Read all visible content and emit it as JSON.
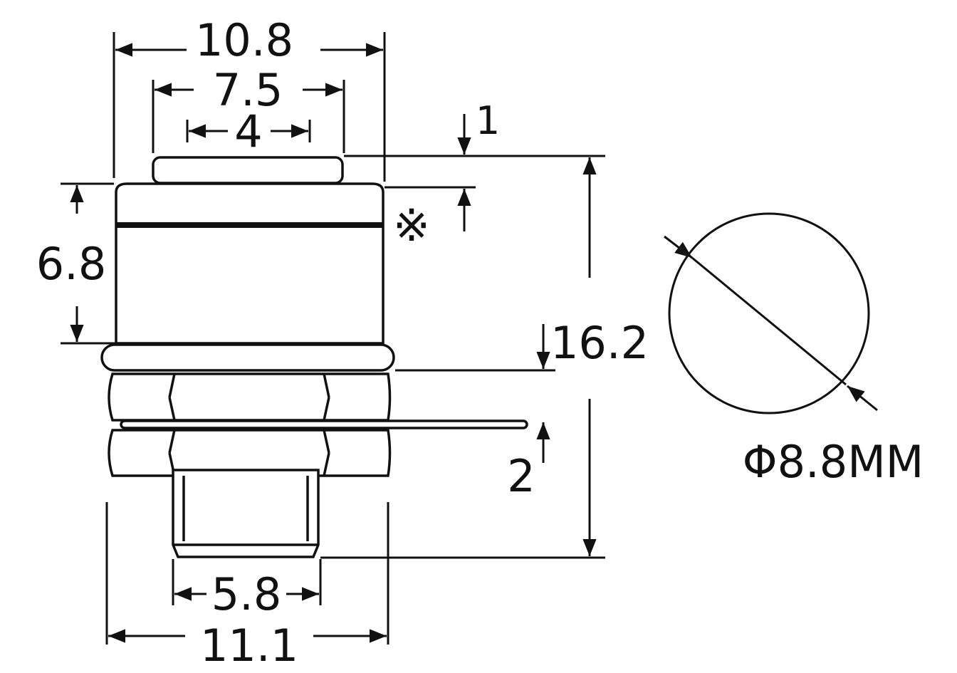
{
  "dimensions": {
    "overall_width": "10.8",
    "cap_width": "7.5",
    "cap_top": "4",
    "cap_height": "1",
    "body_height": "6.8",
    "total_height": "16.2",
    "nut_gap": "2",
    "thread_width": "5.8",
    "nut_width": "11.1",
    "note_mark": "※"
  },
  "panel_hole": {
    "label": "Φ8.8MM"
  },
  "colors": {
    "line": "#111111",
    "background": "#ffffff"
  }
}
